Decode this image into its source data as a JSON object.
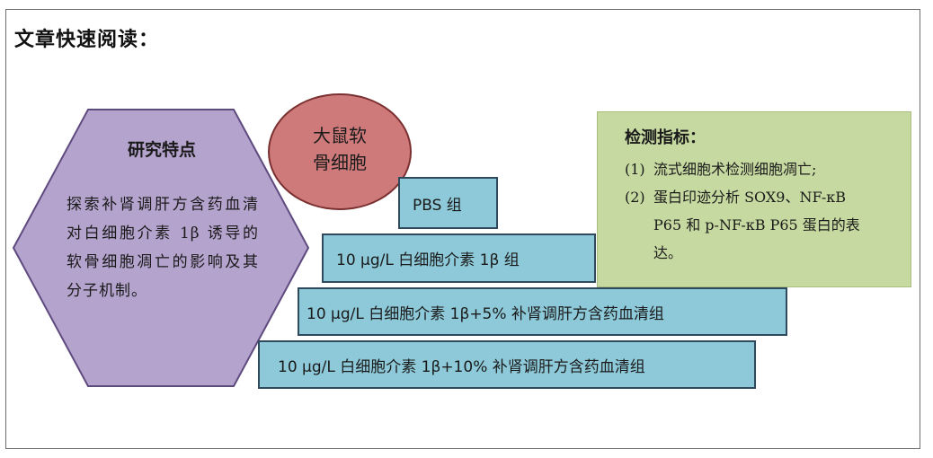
{
  "heading": "文章快速阅读：",
  "research_features": {
    "title": "研究特点",
    "body": "探索补肾调肝方含药血清对白细胞介素 1β 诱导的软骨细胞凋亡的影响及其分子机制。"
  },
  "cell_source": {
    "line1": "大鼠软",
    "line2": "骨细胞"
  },
  "groups": [
    "PBS 组",
    "10 μg/L 白细胞介素 1β 组",
    "10 μg/L 白细胞介素 1β+5% 补肾调肝方含药血清组",
    "10 μg/L 白细胞介素 1β+10% 补肾调肝方含药血清组"
  ],
  "metrics": {
    "title": "检测指标：",
    "items": [
      {
        "num": "(1)",
        "line1": "流式细胞术检测细胞凋亡;",
        "line2": "",
        "line3": ""
      },
      {
        "num": "(2)",
        "line1": "蛋白印迹分析 SOX9、NF-κB",
        "line2": "P65 和 p-NF-κB P65 蛋白的表",
        "line3": "达。"
      }
    ]
  },
  "colors": {
    "hexagon_fill": "#b4a3cd",
    "hexagon_stroke": "#5e4a7e",
    "circle_fill": "#cf7a7a",
    "group_fill": "#8dc9d8",
    "metrics_fill": "#c6d9a0"
  }
}
